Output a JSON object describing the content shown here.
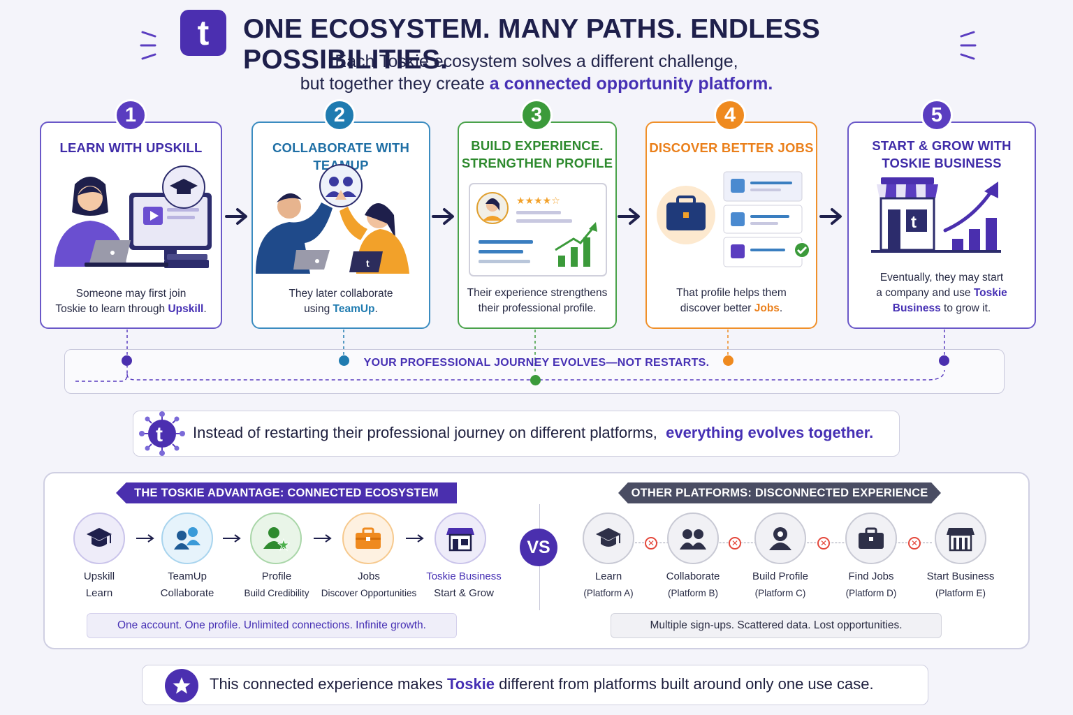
{
  "header": {
    "logo_letter": "t",
    "title": "ONE ECOSYSTEM. MANY PATHS. ENDLESS POSSIBILITIES.",
    "subtitle_line1": "Each Toskie ecosystem solves a different challenge,",
    "subtitle_line2_prefix": "but together they create ",
    "subtitle_line2_accent": "a connected opportunity platform."
  },
  "colors": {
    "purple": "#5a3dc0",
    "blue": "#1f7bb0",
    "green": "#3b9a3a",
    "orange": "#ef8a1f",
    "navy": "#1e1f4b"
  },
  "steps": [
    {
      "number": "1",
      "title_line1": "LEARN WITH UPSKILL",
      "title_line2": "",
      "desc_line1": "Someone may first join",
      "desc_line2_prefix": "Toskie to learn through ",
      "desc_line2_highlight": "Upskill",
      "desc_line2_suffix": ".",
      "desc_line3_prefix": "",
      "desc_line3_highlight": "",
      "desc_line3_suffix": ""
    },
    {
      "number": "2",
      "title_line1": "COLLABORATE WITH TEAMUP",
      "title_line2": "",
      "desc_line1": "They later collaborate",
      "desc_line2_prefix": "using ",
      "desc_line2_highlight": "TeamUp",
      "desc_line2_suffix": ".",
      "desc_line3_prefix": "",
      "desc_line3_highlight": "",
      "desc_line3_suffix": ""
    },
    {
      "number": "3",
      "title_line1": "BUILD EXPERIENCE.",
      "title_line2": "STRENGTHEN PROFILE",
      "desc_line1": "Their experience strengthens",
      "desc_line2_prefix": "their professional profile.",
      "desc_line2_highlight": "",
      "desc_line2_suffix": "",
      "desc_line3_prefix": "",
      "desc_line3_highlight": "",
      "desc_line3_suffix": ""
    },
    {
      "number": "4",
      "title_line1": "DISCOVER BETTER JOBS",
      "title_line2": "",
      "desc_line1": "That profile helps them",
      "desc_line2_prefix": "discover better ",
      "desc_line2_highlight": "Jobs",
      "desc_line2_suffix": ".",
      "desc_line3_prefix": "",
      "desc_line3_highlight": "",
      "desc_line3_suffix": ""
    },
    {
      "number": "5",
      "title_line1": "START & GROW WITH",
      "title_line2": "TOSKIE BUSINESS",
      "desc_line1": "Eventually, they may start",
      "desc_line2_prefix": "a company and use ",
      "desc_line2_highlight": "Toskie",
      "desc_line2_suffix": "",
      "desc_line3_prefix": "",
      "desc_line3_highlight": "Business",
      "desc_line3_suffix": " to grow it."
    }
  ],
  "journey_text": "YOUR PROFESSIONAL JOURNEY EVOLVES—NOT RESTARTS.",
  "banner": {
    "prefix": "Instead of restarting their professional journey on different platforms,",
    "accent": "everything evolves together."
  },
  "toskie_side": {
    "ribbon": "THE TOSKIE ADVANTAGE: CONNECTED ECOSYSTEM",
    "nodes": [
      {
        "name": "Upskill",
        "sub": "Learn",
        "icon": "graduation-cap-icon"
      },
      {
        "name": "TeamUp",
        "sub": "Collaborate",
        "icon": "team-icon"
      },
      {
        "name": "Profile",
        "sub": "Build Credibility",
        "icon": "profile-star-icon"
      },
      {
        "name": "Jobs",
        "sub": "Discover Opportunities",
        "icon": "briefcase-icon"
      },
      {
        "name": "Toskie Business",
        "sub": "Start & Grow",
        "icon": "storefront-icon"
      }
    ],
    "tagline": "One account. One profile. Unlimited connections. Infinite growth."
  },
  "vs_label": "VS",
  "other_side": {
    "ribbon": "OTHER PLATFORMS: DISCONNECTED EXPERIENCE",
    "nodes": [
      {
        "name": "Learn",
        "sub": "(Platform A)",
        "icon": "graduation-cap-icon"
      },
      {
        "name": "Collaborate",
        "sub": "(Platform B)",
        "icon": "team-icon"
      },
      {
        "name": "Build Profile",
        "sub": "(Platform C)",
        "icon": "profile-icon"
      },
      {
        "name": "Find Jobs",
        "sub": "(Platform D)",
        "icon": "briefcase-icon"
      },
      {
        "name": "Start Business",
        "sub": "(Platform E)",
        "icon": "storefront-icon"
      }
    ],
    "break_mark": "✕",
    "tagline": "Multiple sign-ups. Scattered data. Lost opportunities."
  },
  "footer": {
    "prefix": "This connected experience makes ",
    "accent": "Toskie",
    "suffix": " different from platforms built around only one use case."
  }
}
